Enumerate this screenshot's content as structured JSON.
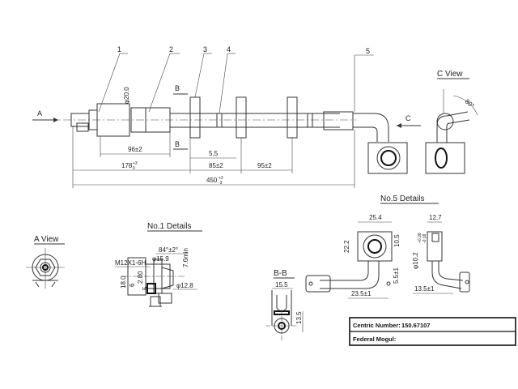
{
  "callouts": [
    "1",
    "2",
    "3",
    "4",
    "5"
  ],
  "section_marks": {
    "b_top": "B",
    "b_bottom": "B",
    "a_arrow": "A",
    "c_arrow": "C"
  },
  "main_dims": {
    "d20": "φ20.0",
    "d96": "96±2",
    "d178": "178",
    "d178_tol_up": "+3",
    "d178_tol_dn": "0",
    "d55": "5.5",
    "d85": "85±2",
    "d95": "95±2",
    "d450": "450",
    "d450_tol_up": "+3",
    "d450_tol_dn": "-3"
  },
  "views": {
    "c_view": "C View",
    "c_angle": "80°",
    "a_view": "A View",
    "no1": "No.1 Details",
    "bb": "B-B",
    "no5": "No.5 Details"
  },
  "no1_dims": {
    "thread": "M12X1-6H",
    "angle": "84°±2°",
    "d159": "φ15.9",
    "min": "7.6min",
    "d180": "18.0",
    "d280": "2.80",
    "d6": "6",
    "d5": "5",
    "d128": "φ12.8"
  },
  "bb_dims": {
    "w": "15.5",
    "h": "13.5"
  },
  "no5_dims": {
    "d254": "25.4",
    "d222": "22.2",
    "d105": "10.5",
    "d127": "12.7",
    "dhole": "φ10.2",
    "tol_up": "+0.28",
    "tol_dn": "-0.18",
    "d55": "5.5±1",
    "d235": "23.5±1",
    "d135": "13.5±1"
  },
  "title_block": {
    "centric_label": "Centric Number:",
    "centric_value": "150.67107",
    "federal_label": "Federal Mogul:"
  }
}
